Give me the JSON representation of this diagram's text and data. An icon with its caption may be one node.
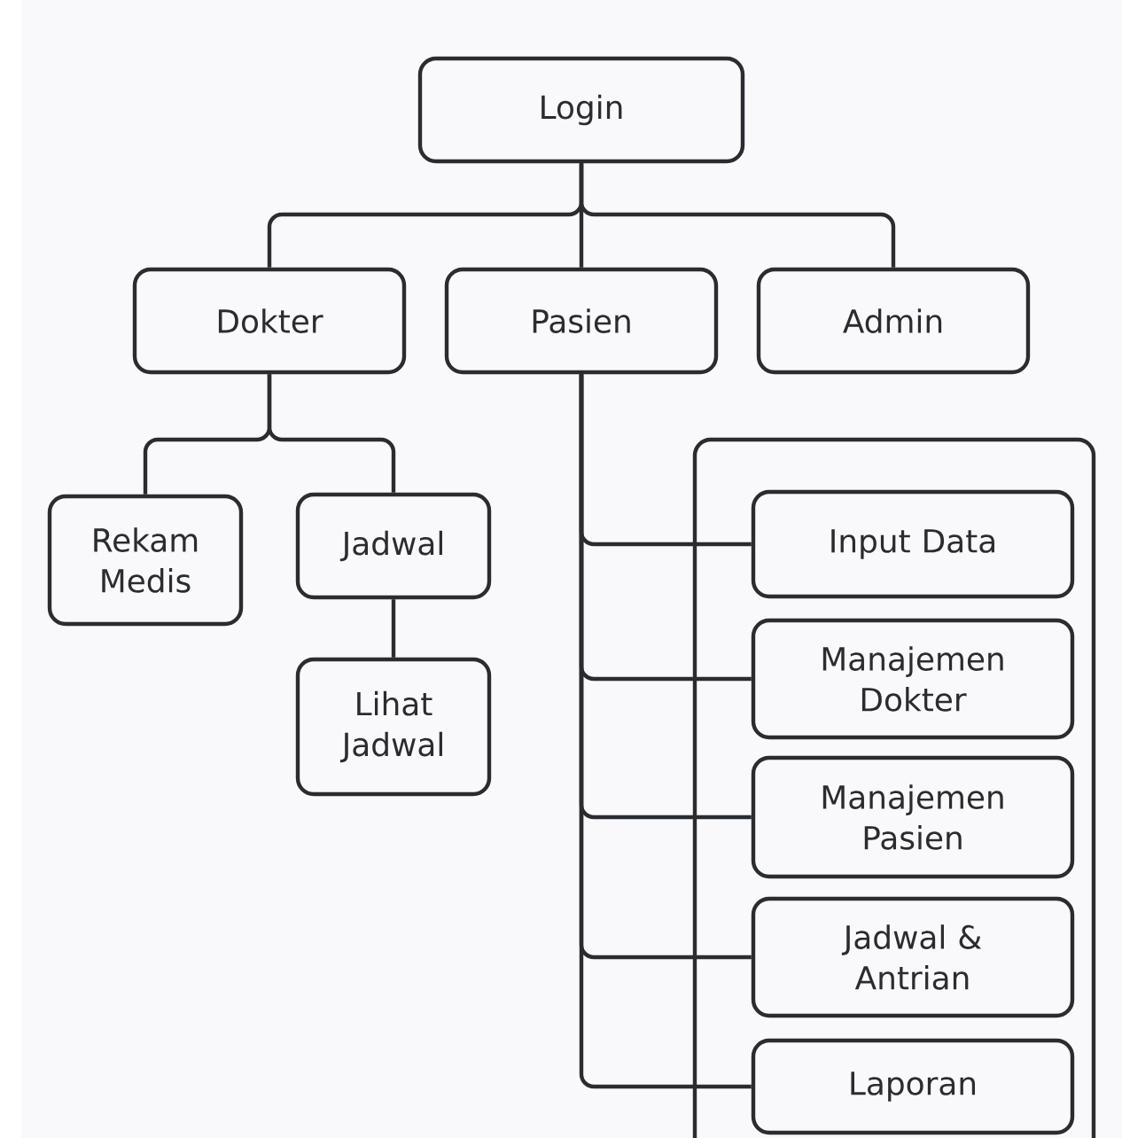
{
  "diagram": {
    "nodes": [
      {
        "text": [
          "Login"
        ]
      },
      {
        "text": [
          "Dokter"
        ]
      },
      {
        "text": [
          "Pasien"
        ]
      },
      {
        "text": [
          "Admin"
        ]
      },
      {
        "text": [
          "Rekam Medis"
        ]
      },
      {
        "text": [
          "Jadwal"
        ]
      },
      {
        "text": [
          "Lihat Jadwal"
        ]
      },
      {
        "text": [],
        "shape": "box"
      },
      {
        "text": [
          "Input Data"
        ],
        "in": 7
      },
      {
        "text": [
          "Manajemen Dokter"
        ],
        "in": 7
      },
      {
        "text": [
          "Manajemen Pasien"
        ],
        "in": 7
      },
      {
        "text": [
          "Jadwal & Antrian"
        ],
        "in": 7
      },
      {
        "text": [
          "Laporan"
        ],
        "in": 7
      }
    ],
    "edges": [
      {
        "from": 0,
        "to": 1,
        "arrow": "none"
      },
      {
        "from": 0,
        "to": 2,
        "arrow": "none"
      },
      {
        "from": 0,
        "to": 3,
        "arrow": "none"
      },
      {
        "from": 1,
        "to": 4,
        "arrow": "none"
      },
      {
        "from": 1,
        "to": 5,
        "arrow": "none"
      },
      {
        "from": 5,
        "to": 6,
        "arrow": "none"
      },
      {
        "from": 2,
        "to": 8,
        "arrow": "none"
      },
      {
        "from": 2,
        "to": 9,
        "arrow": "none"
      },
      {
        "from": 2,
        "to": 10,
        "arrow": "none"
      },
      {
        "from": 2,
        "to": 11,
        "arrow": "none"
      },
      {
        "from": 2,
        "to": 12,
        "arrow": "none"
      }
    ]
  }
}
